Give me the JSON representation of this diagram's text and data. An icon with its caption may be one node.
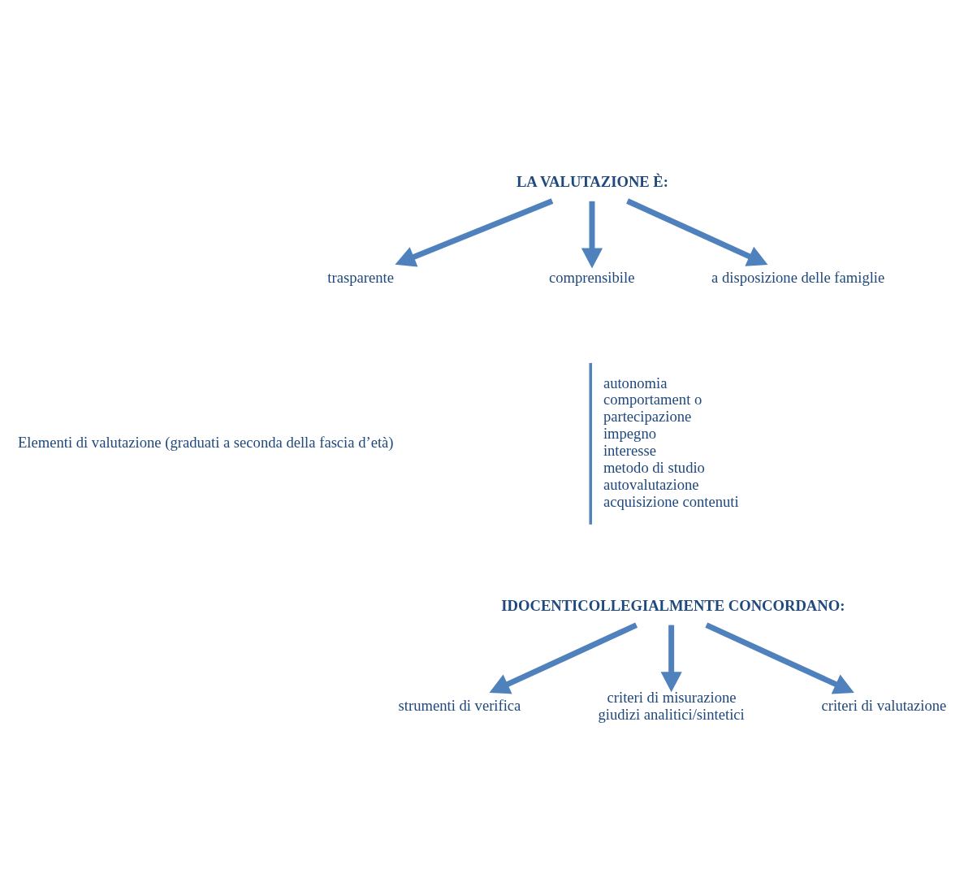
{
  "diagram": {
    "nodes": [
      {
        "text": [
          "LA VALUTAZIONE È:"
        ]
      },
      {
        "text": [
          "trasparente"
        ]
      },
      {
        "text": [
          "comprensibile"
        ]
      },
      {
        "text": [
          "a disposizione delle famiglie"
        ]
      },
      {
        "text": [
          "Elementi di valutazione (graduati a seconda della fascia d’età)"
        ]
      },
      {
        "text": [
          "IDOCENTICOLLEGIALMENTE CONCORDANO:"
        ]
      },
      {
        "text": [
          "strumenti di verifica"
        ]
      },
      {
        "text": [
          "criteri di misurazione",
          "giudizi analitici/sintetici"
        ]
      },
      {
        "text": [
          "criteri di valutazione"
        ]
      }
    ],
    "edges": [
      {
        "from": 0,
        "to": 1,
        "arrow": "to"
      },
      {
        "from": 0,
        "to": 2,
        "arrow": "to"
      },
      {
        "from": 0,
        "to": 3,
        "arrow": "to"
      },
      {
        "from": 5,
        "to": 6,
        "arrow": "to"
      },
      {
        "from": 5,
        "to": 7,
        "arrow": "to"
      },
      {
        "from": 5,
        "to": 8,
        "arrow": "to"
      }
    ],
    "labels": [
      "autonomia",
      "comportament o",
      "partecipazione",
      "impegno",
      "interesse",
      "metodo di studio",
      "autovalutazione",
      "acquisizione contenuti"
    ]
  }
}
